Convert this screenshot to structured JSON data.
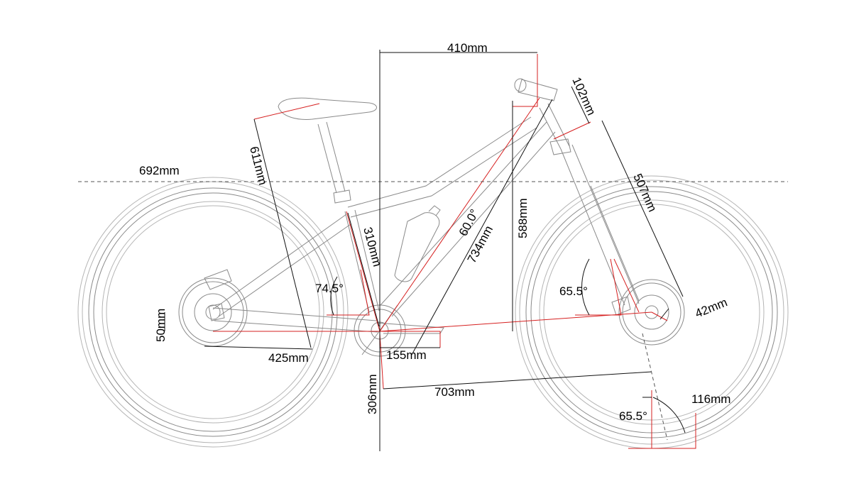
{
  "diagram": {
    "labels": {
      "reach": "410mm",
      "headtube_length": "102mm",
      "stack_ref": "692mm",
      "seat_tube_length": "611mm",
      "fork_length": "507mm",
      "seat_tube_center": "310mm",
      "head_angle": "60.0°",
      "top_tube": "734mm",
      "stack": "588mm",
      "seat_angle": "74.5°",
      "head_angle_front": "65.5°",
      "fork_offset": "42mm",
      "bb_drop": "50mm",
      "chainstay": "425mm",
      "bb_offset": "155mm",
      "bb_height": "306mm",
      "front_center": "703mm",
      "trail": "116mm",
      "head_angle_lower": "65.5°"
    },
    "colors": {
      "frame": "#8a8a8a",
      "geometry": "#d62020",
      "dimension": "#111111"
    }
  }
}
